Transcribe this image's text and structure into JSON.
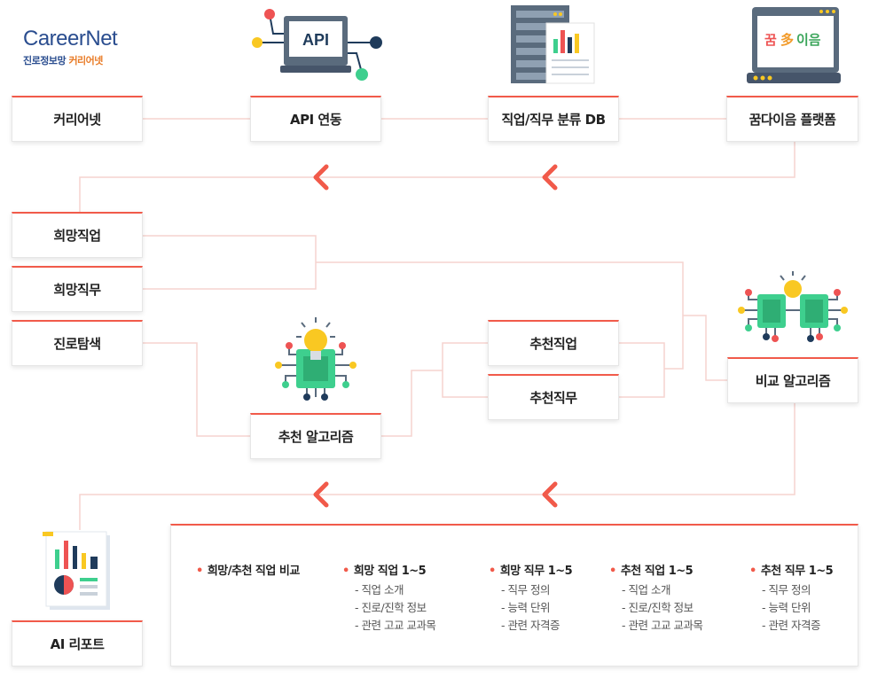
{
  "logo": {
    "brand_a": "Career",
    "brand_b": "Net",
    "sub_a": "진로정보망 ",
    "sub_b": "커리어넷"
  },
  "icons": {
    "api_label": "API",
    "app_label_a": "꿈",
    "app_label_b": "多",
    "app_label_c": "이음"
  },
  "top_row": [
    "커리어넷",
    "API 연동",
    "직업/직무 분류 DB",
    "꿈다이음 플랫폼"
  ],
  "inputs": [
    "희망직업",
    "희망직무",
    "진로탐색"
  ],
  "recommend_algo": "추천 알고리즘",
  "recommend_out": [
    "추천직업",
    "추천직무"
  ],
  "compare_algo": "비교 알고리즘",
  "ai_report": "AI 리포트",
  "report": {
    "columns": [
      {
        "head": "희망/추천 직업 비교",
        "items": []
      },
      {
        "head": "희망 직업 1~5",
        "items": [
          "- 직업 소개",
          "- 진로/진학 정보",
          "- 관련 고교 교과목"
        ]
      },
      {
        "head": "희망 직무 1~5",
        "items": [
          "- 직무 정의",
          "- 능력 단위",
          "- 관련 자격증"
        ]
      },
      {
        "head": "추천 직업 1~5",
        "items": [
          "- 직업 소개",
          "- 진로/진학 정보",
          "- 관련 고교 교과목"
        ]
      },
      {
        "head": "추천 직무 1~5",
        "items": [
          "- 직무 정의",
          "- 능력 단위",
          "- 관련 자격증"
        ]
      }
    ]
  },
  "colors": {
    "accent": "#f15a4a",
    "line": "#f6d3cf",
    "icon_dark": "#5a6b7d",
    "icon_green": "#3ecf8e",
    "icon_yellow": "#f9c822",
    "icon_red": "#ee5353",
    "icon_navy": "#1f3b5b"
  }
}
